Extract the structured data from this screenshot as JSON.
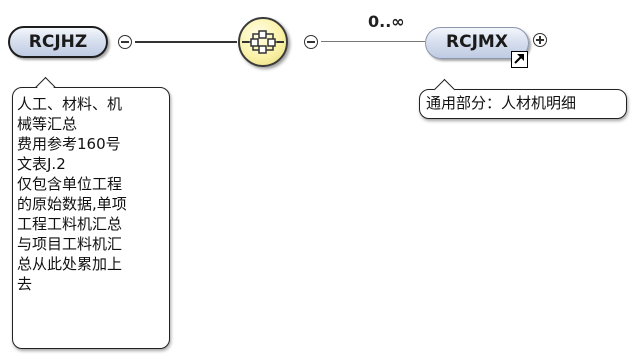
{
  "root_node": {
    "name": "RCJHZ",
    "annotation": [
      "人工、材料、机",
      "械等汇总",
      "费用参考160号",
      "文表J.2",
      "仅包含单位工程",
      "的原始数据,单项",
      "工程工料机汇总",
      "与项目工料机汇",
      "总从此处累加上",
      "去"
    ]
  },
  "compositor": {
    "type": "sequence",
    "icon": "sequence-compositor-icon"
  },
  "child_node": {
    "name": "RCJMX",
    "cardinality": "0..∞",
    "annotation": [
      "通用部分：人材机明细"
    ],
    "reference_icon": "reference-arrow-icon"
  },
  "colors": {
    "node_fill": "#c7d2e8",
    "compositor_fill": "#fbf2a8",
    "line": "#333333"
  }
}
